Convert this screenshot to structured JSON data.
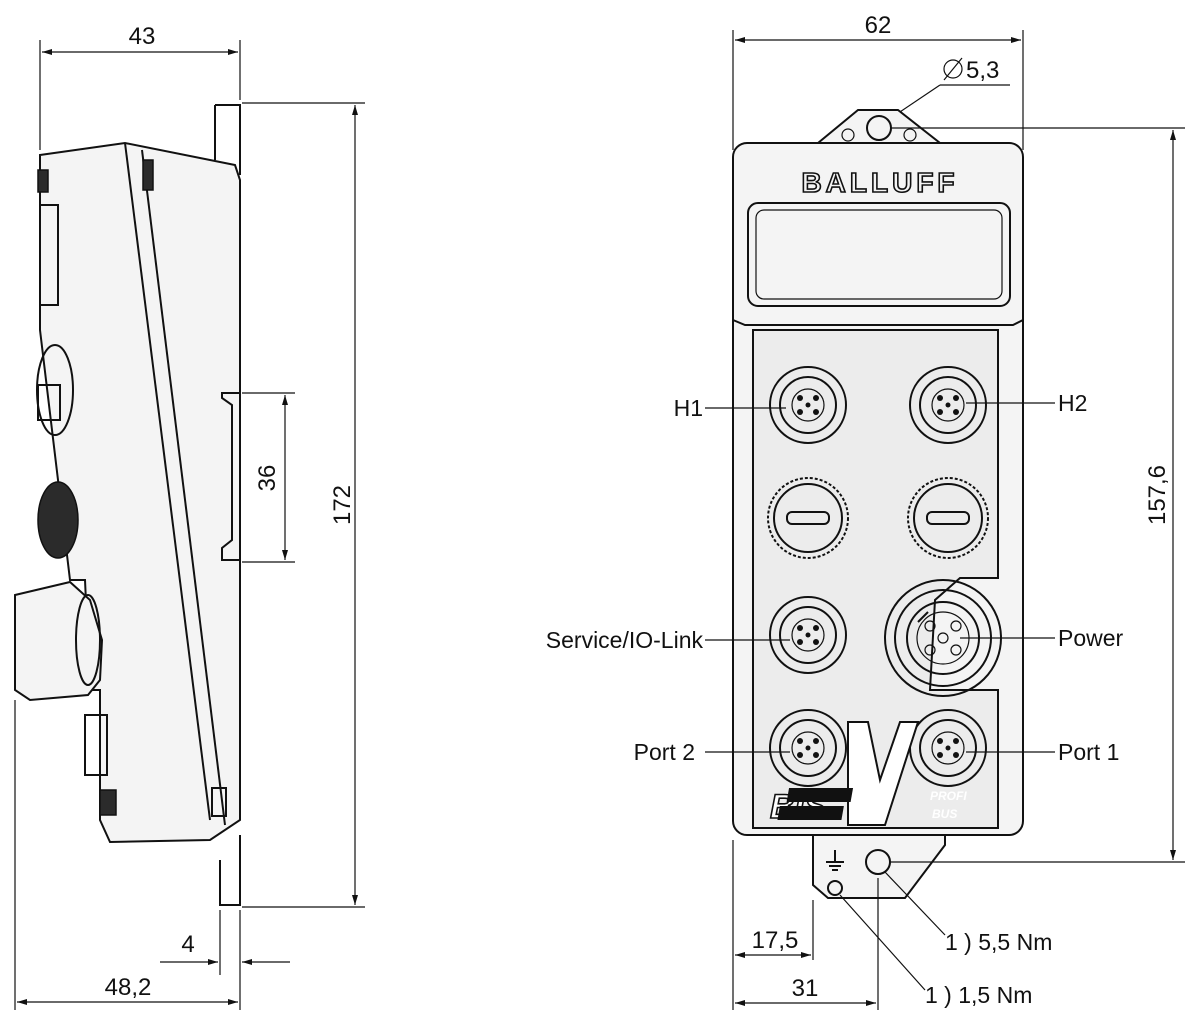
{
  "side_view": {
    "dim_top_width": "43",
    "dim_height_total": "172",
    "dim_rail": "36",
    "dim_small": "4",
    "dim_bottom_width": "48,2"
  },
  "front_view": {
    "dim_width": "62",
    "dim_hole_diameter": "5,3",
    "dim_hole_spacing": "157,6",
    "dim_offset_small": "17,5",
    "dim_offset_large": "31",
    "brand": "BALLUFF",
    "series_mark": "BIS",
    "protocol_line1": "PROFI",
    "protocol_line2": "BUS",
    "connectors": {
      "h1": "H1",
      "h2": "H2",
      "service": "Service/IO-Link",
      "power": "Power",
      "port2": "Port 2",
      "port1": "Port 1"
    },
    "torque_1": "1 ) 5,5 Nm",
    "torque_2": "1 ) 1,5 Nm"
  }
}
